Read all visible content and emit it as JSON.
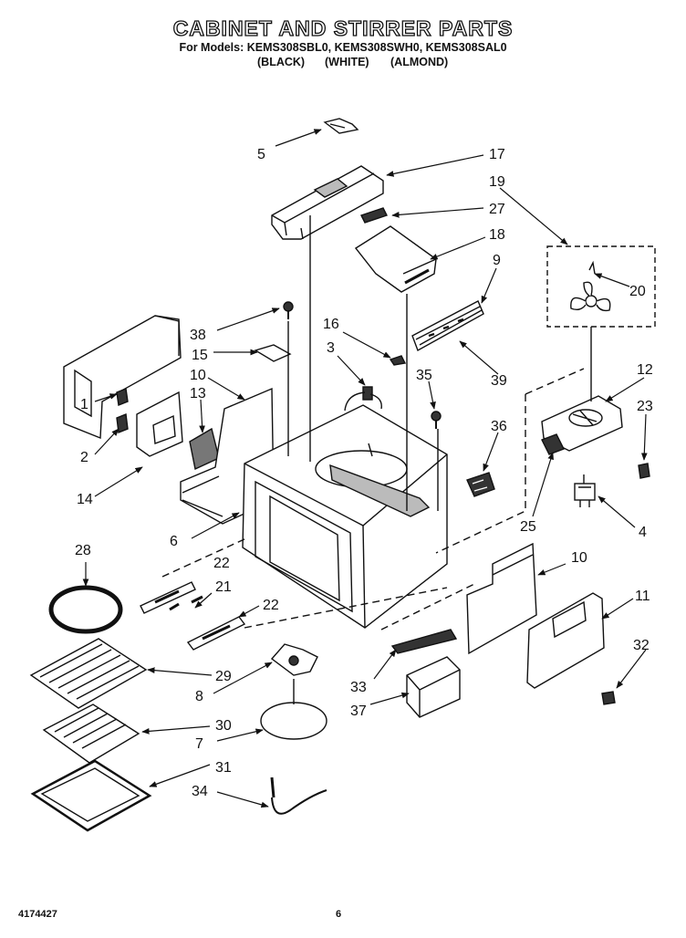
{
  "header": {
    "title": "CABINET AND STIRRER PARTS",
    "models": "For Models: KEMS308SBL0, KEMS308SWH0, KEMS308SAL0",
    "colors": [
      "(BLACK)",
      "(WHITE)",
      "(ALMOND)"
    ]
  },
  "callouts": [
    {
      "id": "c5",
      "label": "5"
    },
    {
      "id": "c17",
      "label": "17"
    },
    {
      "id": "c19",
      "label": "19"
    },
    {
      "id": "c27",
      "label": "27"
    },
    {
      "id": "c18",
      "label": "18"
    },
    {
      "id": "c9",
      "label": "9"
    },
    {
      "id": "c20",
      "label": "20"
    },
    {
      "id": "c38",
      "label": "38"
    },
    {
      "id": "c16",
      "label": "16"
    },
    {
      "id": "c3",
      "label": "3"
    },
    {
      "id": "c15",
      "label": "15"
    },
    {
      "id": "c10a",
      "label": "10"
    },
    {
      "id": "c35",
      "label": "35"
    },
    {
      "id": "c13",
      "label": "13"
    },
    {
      "id": "c12",
      "label": "12"
    },
    {
      "id": "c39",
      "label": "39"
    },
    {
      "id": "c23",
      "label": "23"
    },
    {
      "id": "c1",
      "label": "1"
    },
    {
      "id": "c36",
      "label": "36"
    },
    {
      "id": "c2",
      "label": "2"
    },
    {
      "id": "c14",
      "label": "14"
    },
    {
      "id": "c25",
      "label": "25"
    },
    {
      "id": "c4",
      "label": "4"
    },
    {
      "id": "c6",
      "label": "6"
    },
    {
      "id": "c28",
      "label": "28"
    },
    {
      "id": "c22a",
      "label": "22"
    },
    {
      "id": "c10b",
      "label": "10"
    },
    {
      "id": "c21",
      "label": "21"
    },
    {
      "id": "c22b",
      "label": "22"
    },
    {
      "id": "c11",
      "label": "11"
    },
    {
      "id": "c32",
      "label": "32"
    },
    {
      "id": "c29",
      "label": "29"
    },
    {
      "id": "c33",
      "label": "33"
    },
    {
      "id": "c8",
      "label": "8"
    },
    {
      "id": "c37",
      "label": "37"
    },
    {
      "id": "c30",
      "label": "30"
    },
    {
      "id": "c7",
      "label": "7"
    },
    {
      "id": "c31",
      "label": "31"
    },
    {
      "id": "c34",
      "label": "34"
    }
  ],
  "footer": {
    "doc_number": "4174427",
    "page_number": "6"
  }
}
